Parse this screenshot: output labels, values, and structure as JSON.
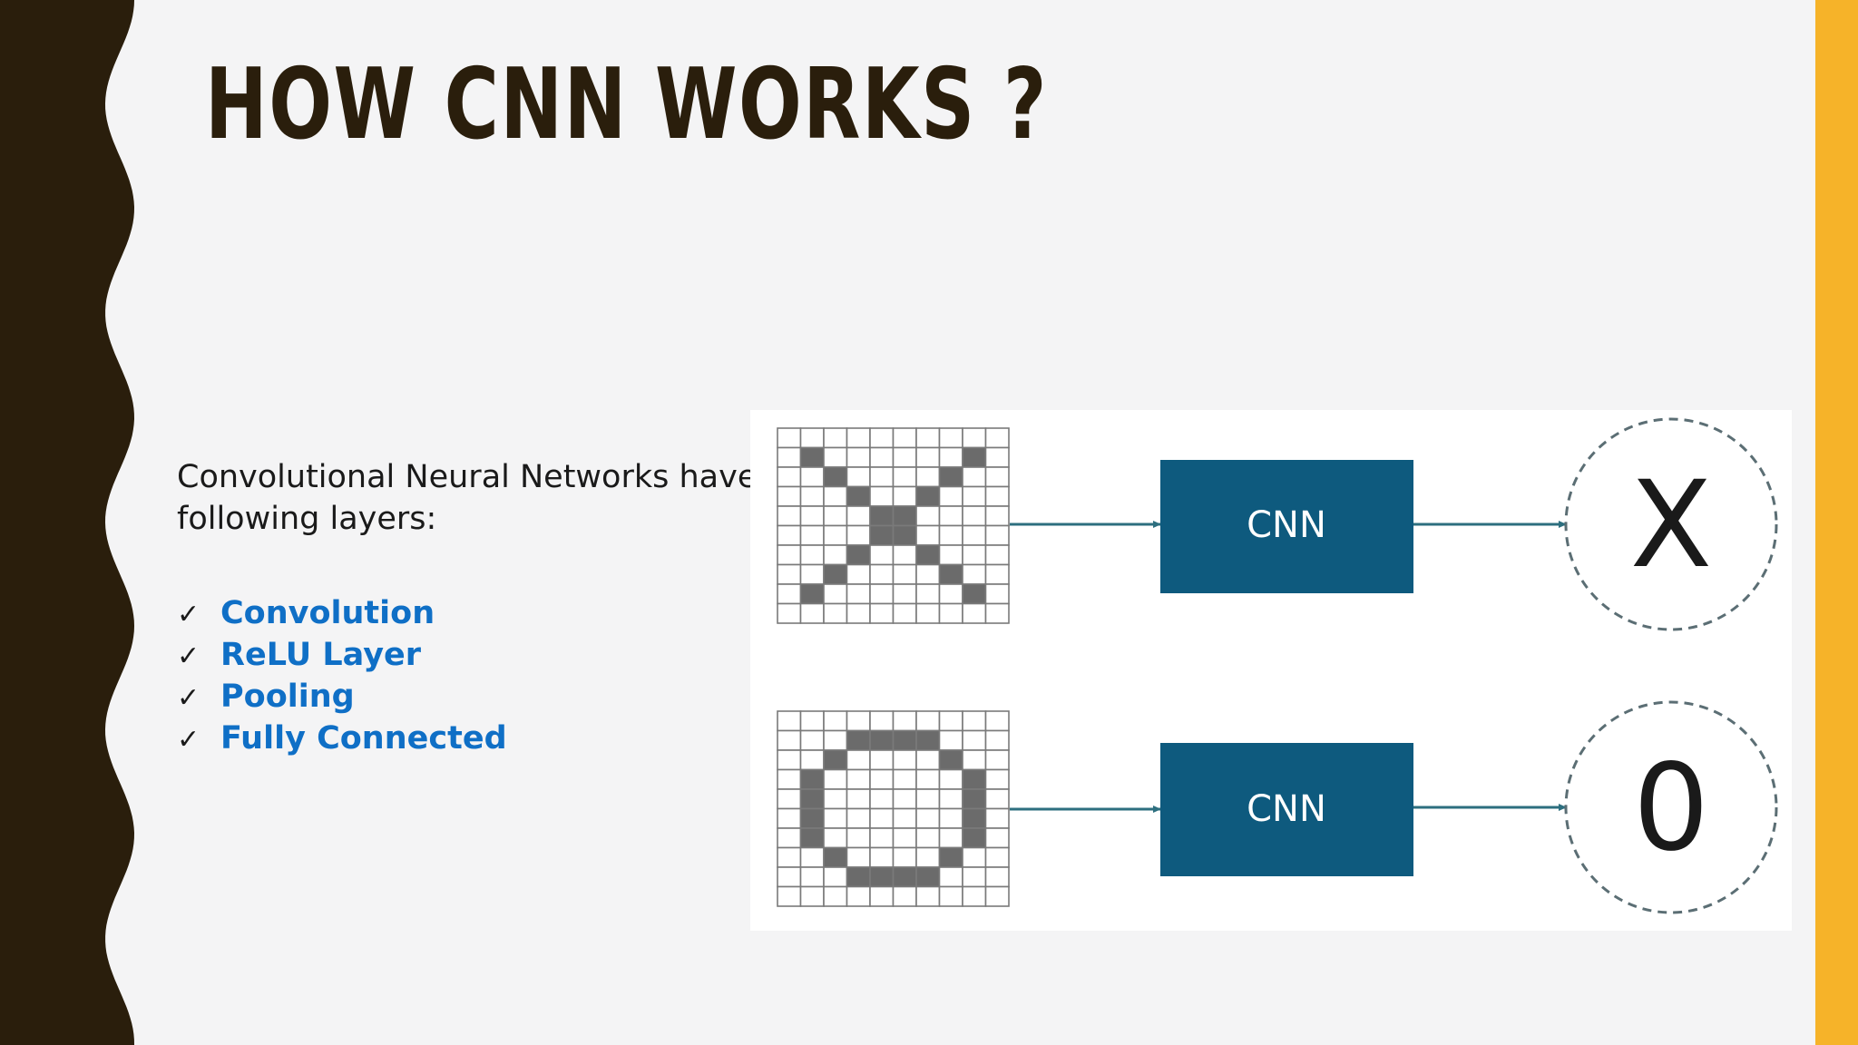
{
  "slide": {
    "title": "HOW CNN WORKS ?",
    "intro": "Convolutional Neural Networks have following layers:",
    "layers": [
      {
        "label": "Convolution"
      },
      {
        "label": "ReLU Layer"
      },
      {
        "label": "Pooling"
      },
      {
        "label": "Fully Connected"
      }
    ],
    "check_glyph": "✓",
    "colors": {
      "title": "#2a1e0c",
      "left_band": "#2a1e0c",
      "right_bar": "#f6b329",
      "layer_text": "#0f6fc6",
      "cnn_box": "#0e5a7e",
      "grid_fill": "#6b6b6b"
    }
  },
  "diagram": {
    "rows": [
      {
        "input": "X",
        "box_label": "CNN",
        "output": "X",
        "grid": [
          "0000000000",
          "0100000010",
          "0010000100",
          "0001001000",
          "0000110000",
          "0000110000",
          "0001001000",
          "0010000100",
          "0100000010",
          "0000000000"
        ]
      },
      {
        "input": "O",
        "box_label": "CNN",
        "output": "0",
        "grid": [
          "0000000000",
          "0001111000",
          "0010000100",
          "0100000010",
          "0100000010",
          "0100000010",
          "0100000010",
          "0010000100",
          "0001111000",
          "0000000000"
        ]
      }
    ]
  }
}
